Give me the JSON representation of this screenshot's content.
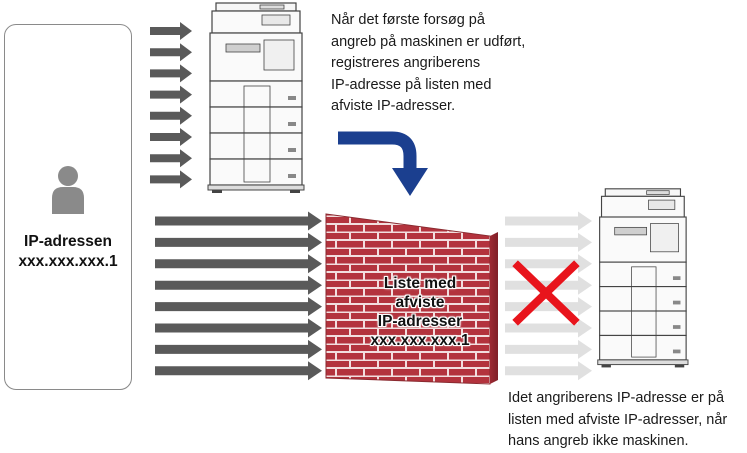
{
  "attacker": {
    "label_line1": "IP-adressen",
    "label_line2": "xxx.xxx.xxx.1"
  },
  "wall": {
    "line1": "Liste med",
    "line2": "afviste",
    "line3": "IP-adresser",
    "line4": "xxx.xxx.xxx.1"
  },
  "captions": {
    "top": [
      "Når det første forsøg på",
      "angreb på maskinen er udført,",
      "registreres angriberens",
      "IP-adresse på listen med",
      "afviste IP-adresser."
    ],
    "bottom": [
      "Idet angriberens IP-adresse er på",
      "listen med afviste IP-adresser, når",
      "hans angreb ikke maskinen."
    ]
  },
  "colors": {
    "arrow_dark": "#5a5a5a",
    "arrow_faded": "#e0e0e0",
    "brick": "#b3333d",
    "mortar": "#f2dede",
    "blocked_x": "#e8141c",
    "flow_arrow": "#1b3f8f",
    "person": "#8a8a8a"
  },
  "icons": {
    "person": "person-icon",
    "printer": "printer-icon",
    "blocked": "cross-icon",
    "flow": "curved-arrow-icon"
  }
}
